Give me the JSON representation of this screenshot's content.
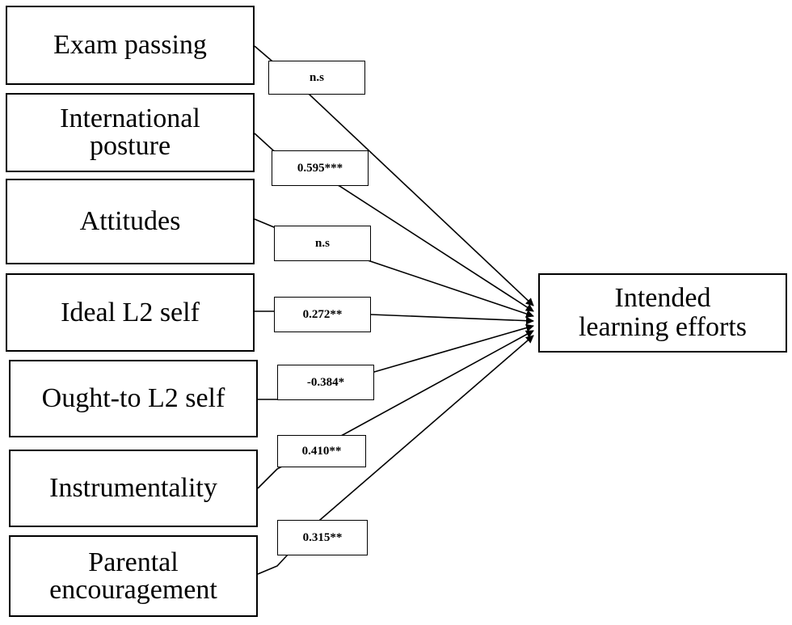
{
  "predictors": [
    {
      "label": "Exam passing",
      "coefficient": "n.s"
    },
    {
      "label": "International\nposture",
      "coefficient": "0.595***"
    },
    {
      "label": "Attitudes",
      "coefficient": "n.s"
    },
    {
      "label": "Ideal L2 self",
      "coefficient": "0.272**"
    },
    {
      "label": "Ought-to L2 self",
      "coefficient": "-0.384*"
    },
    {
      "label": "Instrumentality",
      "coefficient": "0.410**"
    },
    {
      "label": "Parental\nencouragement",
      "coefficient": "0.315**"
    }
  ],
  "outcome": {
    "label": "Intended\nlearning efforts"
  },
  "colors": {
    "stroke": "#000000",
    "background": "#ffffff"
  }
}
